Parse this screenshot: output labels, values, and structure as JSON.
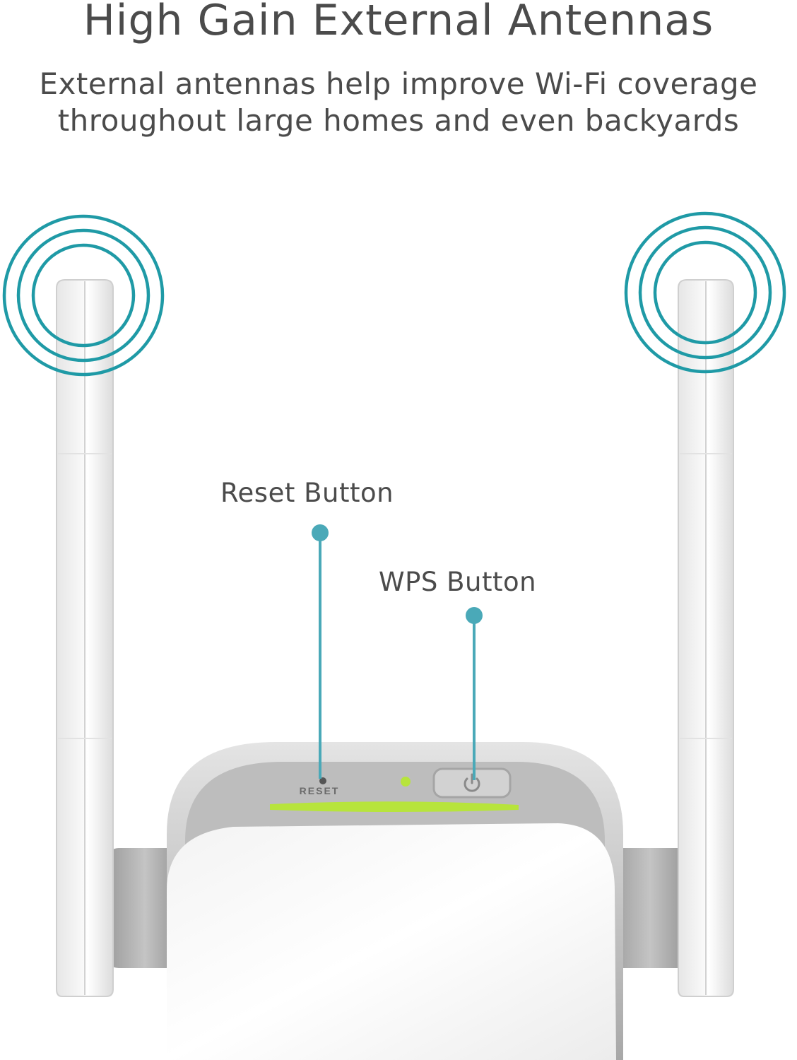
{
  "headline": "High Gain External Antennas",
  "subtitle": {
    "line1": "External antennas help improve Wi-Fi coverage",
    "line2": "throughout large homes and even backyards"
  },
  "callouts": {
    "reset": "Reset Button",
    "wps": "WPS Button"
  },
  "device": {
    "reset_port_text": "RESET"
  },
  "colors": {
    "text": "#4b4b4b",
    "signal_rings": "#1f9aa6",
    "callout_pin": "#4aa9b8",
    "status_led": "#b7e43c"
  },
  "icons": {
    "wps": "power-icon"
  }
}
